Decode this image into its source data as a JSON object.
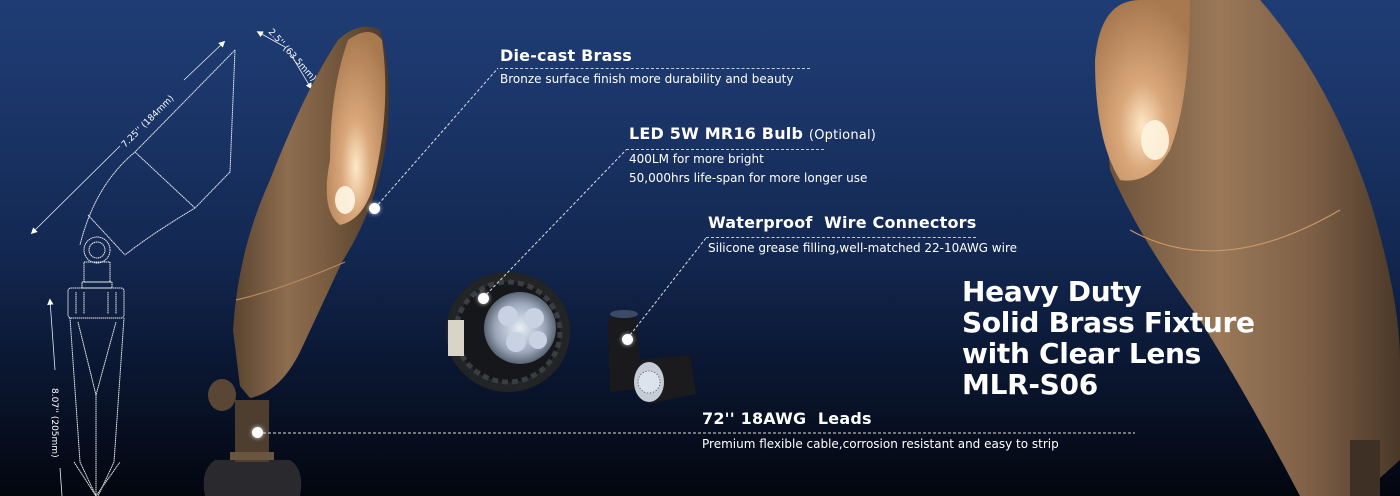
{
  "banner": {
    "background": {
      "top": "#1f3d75",
      "bottom": "#03060f"
    },
    "dimensions": {
      "length": "7.25'' (184mm)",
      "width": "2.5'' (63.5mm)",
      "height": "8.07'' (205mm)"
    },
    "features": [
      {
        "title": "Die-cast Brass",
        "optional": "",
        "lines": [
          "Bronze surface finish more durability and beauty"
        ]
      },
      {
        "title": "LED 5W MR16 Bulb",
        "optional": "(Optional)",
        "lines": [
          "400LM for more bright",
          "50,000hrs life-span for more longer use"
        ]
      },
      {
        "title": "Waterproof  Wire Connectors",
        "optional": "",
        "lines": [
          "Silicone grease filling,well-matched 22-10AWG wire"
        ]
      },
      {
        "title": "72'' 18AWG  Leads",
        "optional": "",
        "lines": [
          "Premium flexible cable,corrosion resistant and easy to strip"
        ]
      }
    ],
    "headline": {
      "lines": [
        "Heavy Duty",
        "Solid Brass Fixture",
        "with Clear Lens",
        "MLR-S06"
      ]
    },
    "colors": {
      "brass": "#8a6a4a",
      "brass_inner": "#d9a77a",
      "text": "#ffffff"
    }
  }
}
